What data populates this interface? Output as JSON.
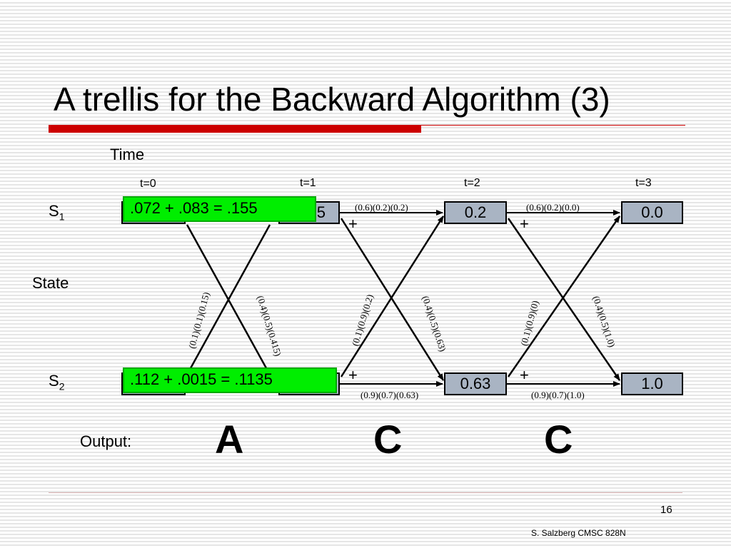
{
  "title": "A trellis for the Backward Algorithm (3)",
  "labels": {
    "time": "Time",
    "state": "State",
    "output": "Output:",
    "s1_main": "S",
    "s1_sub": "1",
    "s2_main": "S",
    "s2_sub": "2"
  },
  "time_steps": [
    "t=0",
    "t=1",
    "t=2",
    "t=3"
  ],
  "nodes": {
    "s1_t1_partial": "5",
    "s1_t2": "0.2",
    "s2_t2": "0.63",
    "s1_t3": "0.0",
    "s2_t3": "1.0"
  },
  "green_boxes": {
    "top": ".072 + .083 = .155",
    "bottom": ".112 + .0015 = .1135"
  },
  "edges": {
    "s1s1_t12": "(0.6)(0.2)(0.2)",
    "s1s1_t23": "(0.6)(0.2)(0.0)",
    "s2s2_t12": "(0.9)(0.7)(0.63)",
    "s2s2_t23": "(0.9)(0.7)(1.0)",
    "s2s1_t01": "(0.1)(0.1)(0.15)",
    "s1s2_t01": "(0.4)(0.5)(0.415)",
    "s2s1_t12": "(0.1)(0.9)(0.2)",
    "s1s2_t12": "(0.4)(0.5)(0.63)",
    "s2s1_t23": "(0.1)(0.9)(0)",
    "s1s2_t23": "(0.4)(0.5)(1.0)",
    "plus": "+"
  },
  "outputs": [
    "A",
    "C",
    "C"
  ],
  "page_number": "16",
  "footer": "S. Salzberg CMSC 828N"
}
